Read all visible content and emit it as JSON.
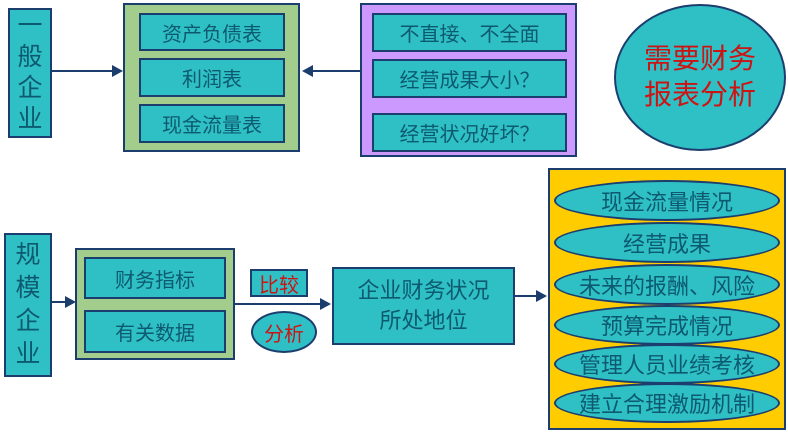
{
  "diagram": {
    "title_hint": "财务报表分析流程图",
    "top_row": {
      "general_enterprise": "一般企业",
      "statements": [
        "资产负债表",
        "利润表",
        "现金流量表"
      ],
      "questions": [
        "不直接、不全面",
        "经营成果大小？",
        "经营状况好坏？"
      ],
      "conclusion_line1": "需要财务",
      "conclusion_line2": "报表分析"
    },
    "bottom_row": {
      "scale_enterprise": "规模企业",
      "inputs": [
        "财务指标",
        "有关数据"
      ],
      "compare_label": "比较",
      "analyze_label": "分析",
      "position_line1": "企业财务状况",
      "position_line2": "所处地位",
      "purposes": [
        "现金流量情况",
        "经营成果",
        "未来的报酬、风险",
        "预算完成情况",
        "管理人员业绩考核",
        "建立合理激励机制"
      ]
    },
    "colors": {
      "cyan_fill": "#2fc0c6",
      "green_fill": "#a3cd8d",
      "purple_fill": "#cc99ff",
      "gold_fill": "#ffcc00",
      "border_navy": "#1c3e6e",
      "text_dark_teal": "#0d5a70",
      "text_red": "#cc1414"
    }
  }
}
